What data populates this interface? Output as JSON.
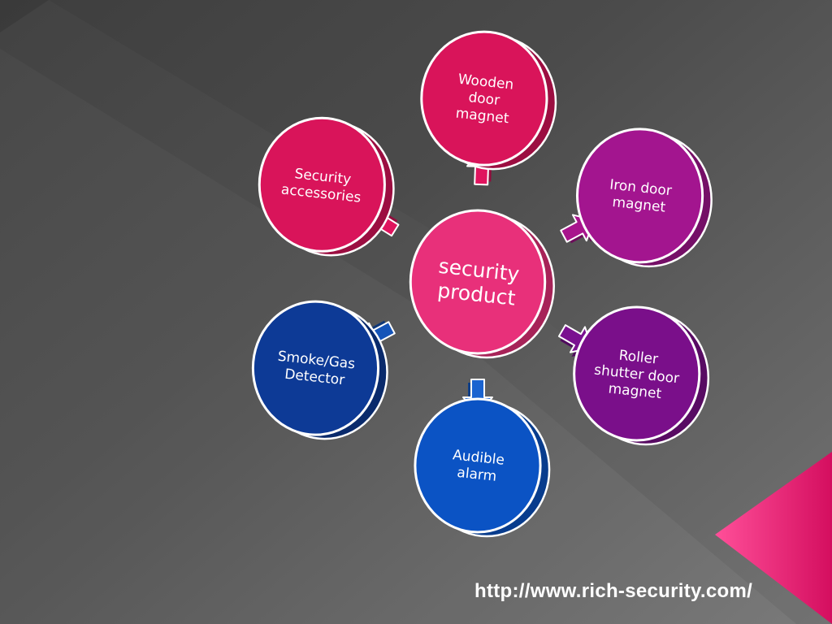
{
  "colors": {
    "background_dark": "#3e3e3e",
    "background_light": "#737373",
    "center": "#e8307a",
    "pink": "#d9145a",
    "magenta": "#a3158f",
    "purple": "#7a0f8a",
    "navy": "#0d3a96",
    "blue": "#0b53c4",
    "corner_accent": "#e6126a"
  },
  "center": {
    "lines": [
      "security",
      "product"
    ]
  },
  "nodes": [
    {
      "id": "wooden-door-magnet",
      "lines": [
        "Wooden",
        "door",
        "magnet"
      ],
      "color": "#d9145a",
      "arrow_color": "#e0145e",
      "angle": -88
    },
    {
      "id": "iron-door-magnet",
      "lines": [
        "Iron door",
        "magnet"
      ],
      "color": "#a3158f",
      "arrow_color": "#a8148c",
      "angle": -28
    },
    {
      "id": "roller-shutter-door-magnet",
      "lines": [
        "Roller",
        "shutter door",
        "magnet"
      ],
      "color": "#7a0f8a",
      "arrow_color": "#7a1190",
      "angle": 30
    },
    {
      "id": "audible-alarm",
      "lines": [
        "Audible",
        "alarm"
      ],
      "color": "#0b53c4",
      "arrow_color": "#1a63d0",
      "angle": 90
    },
    {
      "id": "smoke-gas-detector",
      "lines": [
        "Smoke/Gas",
        "Detector"
      ],
      "color": "#0d3a96",
      "arrow_color": "#1554b8",
      "angle": 152
    },
    {
      "id": "security-accessories",
      "lines": [
        "Security",
        "accessories"
      ],
      "color": "#d9145a",
      "arrow_color": "#e0145e",
      "angle": -148
    }
  ],
  "footer": {
    "url": "http://www.rich-security.com/"
  }
}
